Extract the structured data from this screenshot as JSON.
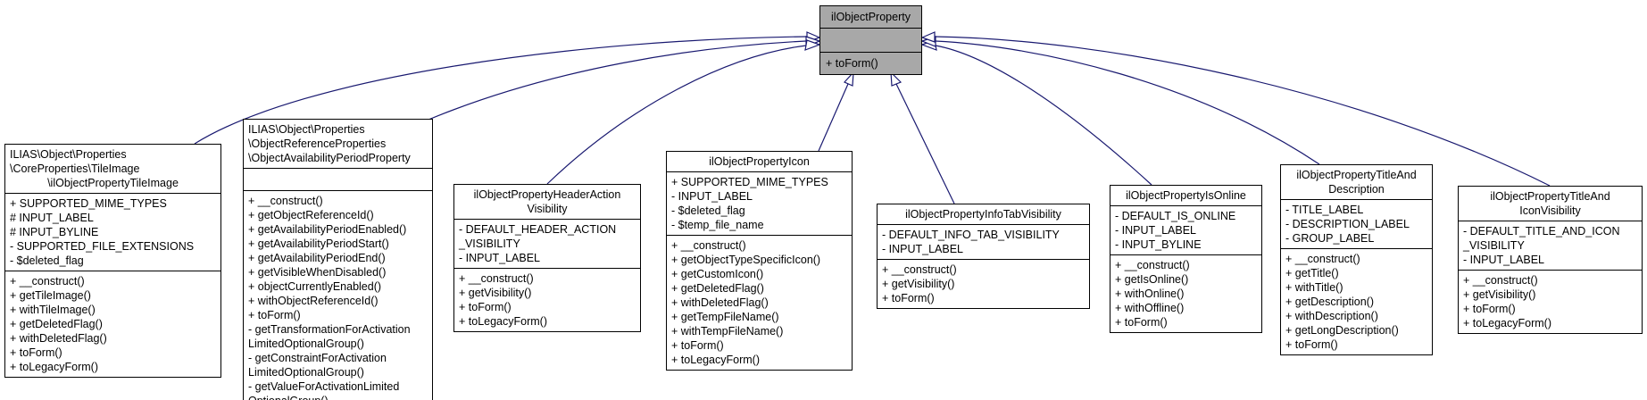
{
  "colors": {
    "edge": "#191970",
    "base_class_fill": "#a8a8a8",
    "class_fill": "#ffffff",
    "border": "#000000",
    "text": "#000000",
    "background": "#ffffff"
  },
  "base": {
    "title_lines": [
      "ilObjectProperty"
    ],
    "attributes": [],
    "methods": [
      "+ toForm()"
    ]
  },
  "classes": [
    {
      "title_lines": [
        "ILIAS\\Object\\Properties",
        "\\CoreProperties\\TileImage",
        "\\ilObjectPropertyTileImage"
      ],
      "attributes": [
        "+ SUPPORTED_MIME_TYPES",
        "# INPUT_LABEL",
        "# INPUT_BYLINE",
        "- SUPPORTED_FILE_EXTENSIONS",
        "- $deleted_flag"
      ],
      "methods": [
        "+ __construct()",
        "+ getTileImage()",
        "+ withTileImage()",
        "+ getDeletedFlag()",
        "+ withDeletedFlag()",
        "+ toForm()",
        "+ toLegacyForm()"
      ]
    },
    {
      "title_lines": [
        "ILIAS\\Object\\Properties",
        "\\ObjectReferenceProperties",
        "\\ObjectAvailabilityPeriodProperty"
      ],
      "attributes": [],
      "methods": [
        "+ __construct()",
        "+ getObjectReferenceId()",
        "+ getAvailabilityPeriodEnabled()",
        "+ getAvailabilityPeriodStart()",
        "+ getAvailabilityPeriodEnd()",
        "+ getVisibleWhenDisabled()",
        "+ objectCurrentlyEnabled()",
        "+ withObjectReferenceId()",
        "+ toForm()",
        "- getTransformationForActivation",
        "LimitedOptionalGroup()",
        "- getConstraintForActivation",
        "LimitedOptionalGroup()",
        "- getValueForActivationLimited",
        "OptionalGroup()"
      ]
    },
    {
      "title_lines": [
        "ilObjectPropertyHeaderAction",
        "Visibility"
      ],
      "attributes": [
        "- DEFAULT_HEADER_ACTION",
        "_VISIBILITY",
        "- INPUT_LABEL"
      ],
      "methods": [
        "+ __construct()",
        "+ getVisibility()",
        "+ toForm()",
        "+ toLegacyForm()"
      ]
    },
    {
      "title_lines": [
        "ilObjectPropertyIcon"
      ],
      "attributes": [
        "+ SUPPORTED_MIME_TYPES",
        "- INPUT_LABEL",
        "- $deleted_flag",
        "- $temp_file_name"
      ],
      "methods": [
        "+ __construct()",
        "+ getObjectTypeSpecificIcon()",
        "+ getCustomIcon()",
        "+ getDeletedFlag()",
        "+ withDeletedFlag()",
        "+ getTempFileName()",
        "+ withTempFileName()",
        "+ toForm()",
        "+ toLegacyForm()"
      ]
    },
    {
      "title_lines": [
        "ilObjectPropertyInfoTabVisibility"
      ],
      "attributes": [
        "- DEFAULT_INFO_TAB_VISIBILITY",
        "- INPUT_LABEL"
      ],
      "methods": [
        "+ __construct()",
        "+ getVisibility()",
        "+ toForm()"
      ]
    },
    {
      "title_lines": [
        "ilObjectPropertyIsOnline"
      ],
      "attributes": [
        "- DEFAULT_IS_ONLINE",
        "- INPUT_LABEL",
        "- INPUT_BYLINE"
      ],
      "methods": [
        "+ __construct()",
        "+ getIsOnline()",
        "+ withOnline()",
        "+ withOffline()",
        "+ toForm()"
      ]
    },
    {
      "title_lines": [
        "ilObjectPropertyTitleAnd",
        "Description"
      ],
      "attributes": [
        "- TITLE_LABEL",
        "- DESCRIPTION_LABEL",
        "- GROUP_LABEL"
      ],
      "methods": [
        "+ __construct()",
        "+ getTitle()",
        "+ withTitle()",
        "+ getDescription()",
        "+ withDescription()",
        "+ getLongDescription()",
        "+ toForm()"
      ]
    },
    {
      "title_lines": [
        "ilObjectPropertyTitleAnd",
        "IconVisibility"
      ],
      "attributes": [
        "- DEFAULT_TITLE_AND_ICON",
        "_VISIBILITY",
        "- INPUT_LABEL"
      ],
      "methods": [
        "+ __construct()",
        "+ getVisibility()",
        "+ toForm()",
        "+ toLegacyForm()"
      ]
    }
  ]
}
